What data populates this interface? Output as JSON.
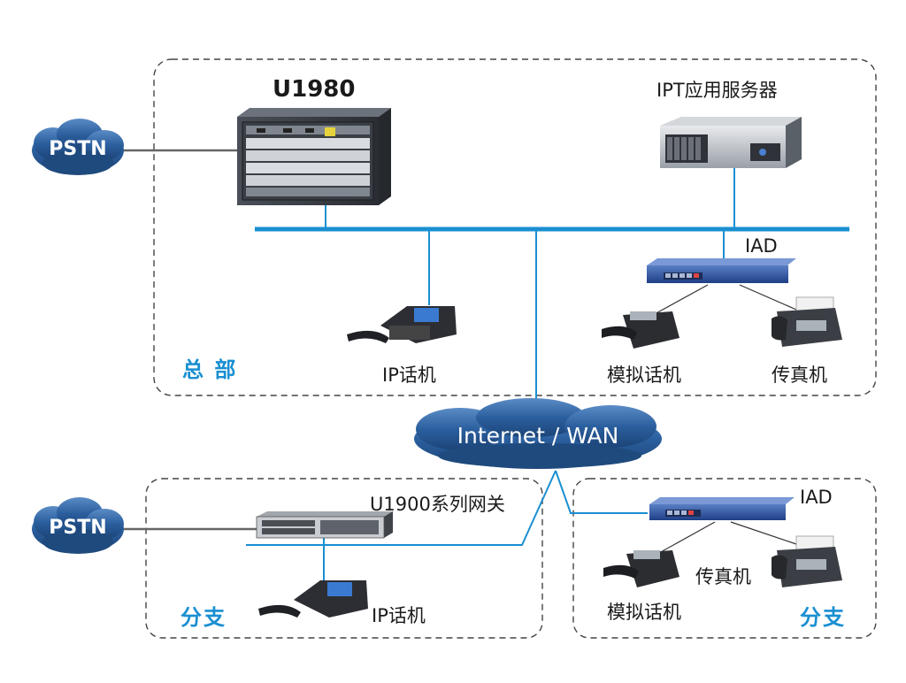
{
  "labels": {
    "u1980": "U1980",
    "ipt_server": "IPT应用服务器",
    "iad_hq": "IAD",
    "ip_phone_hq": "IP话机",
    "analog_phone_hq": "模拟话机",
    "fax_hq": "传真机",
    "hq_site": "总 部",
    "wan": "Internet / WAN",
    "pstn_hq": "PSTN",
    "pstn_branch": "PSTN",
    "u1900": "U1900系列网关",
    "ip_phone_branch": "IP话机",
    "branch_left_site": "分支",
    "iad_branch": "IAD",
    "fax_branch": "传真机",
    "analog_phone_branch": "模拟话机",
    "branch_right_site": "分支"
  },
  "colors": {
    "link": "#1a8fd1",
    "pstn_link": "#666666",
    "cloud_fill": "#2b5f9e",
    "cloud_dark": "#1f4a7d",
    "site_label": "#1a8fd1",
    "frame": "#444444"
  }
}
